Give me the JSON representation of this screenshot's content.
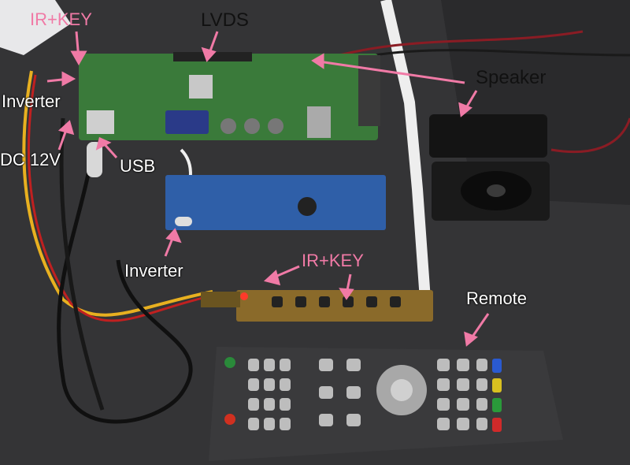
{
  "labels": {
    "ir_key_top": "IR+KEY",
    "lvds": "LVDS",
    "speaker": "Speaker",
    "inverter_left": "Inverter",
    "dc12v": "DC 12V",
    "usb": "USB",
    "inverter_mid": "Inverter",
    "ir_key_mid": "IR+KEY",
    "remote": "Remote"
  },
  "colors": {
    "label_pink": "#f07aa6",
    "board_green": "#3a7a3a",
    "inverter_blue": "#2f5fa8",
    "key_board": "#8a6a2a",
    "remote_body": "#3a3a3c",
    "button": "#bdbdbd"
  }
}
